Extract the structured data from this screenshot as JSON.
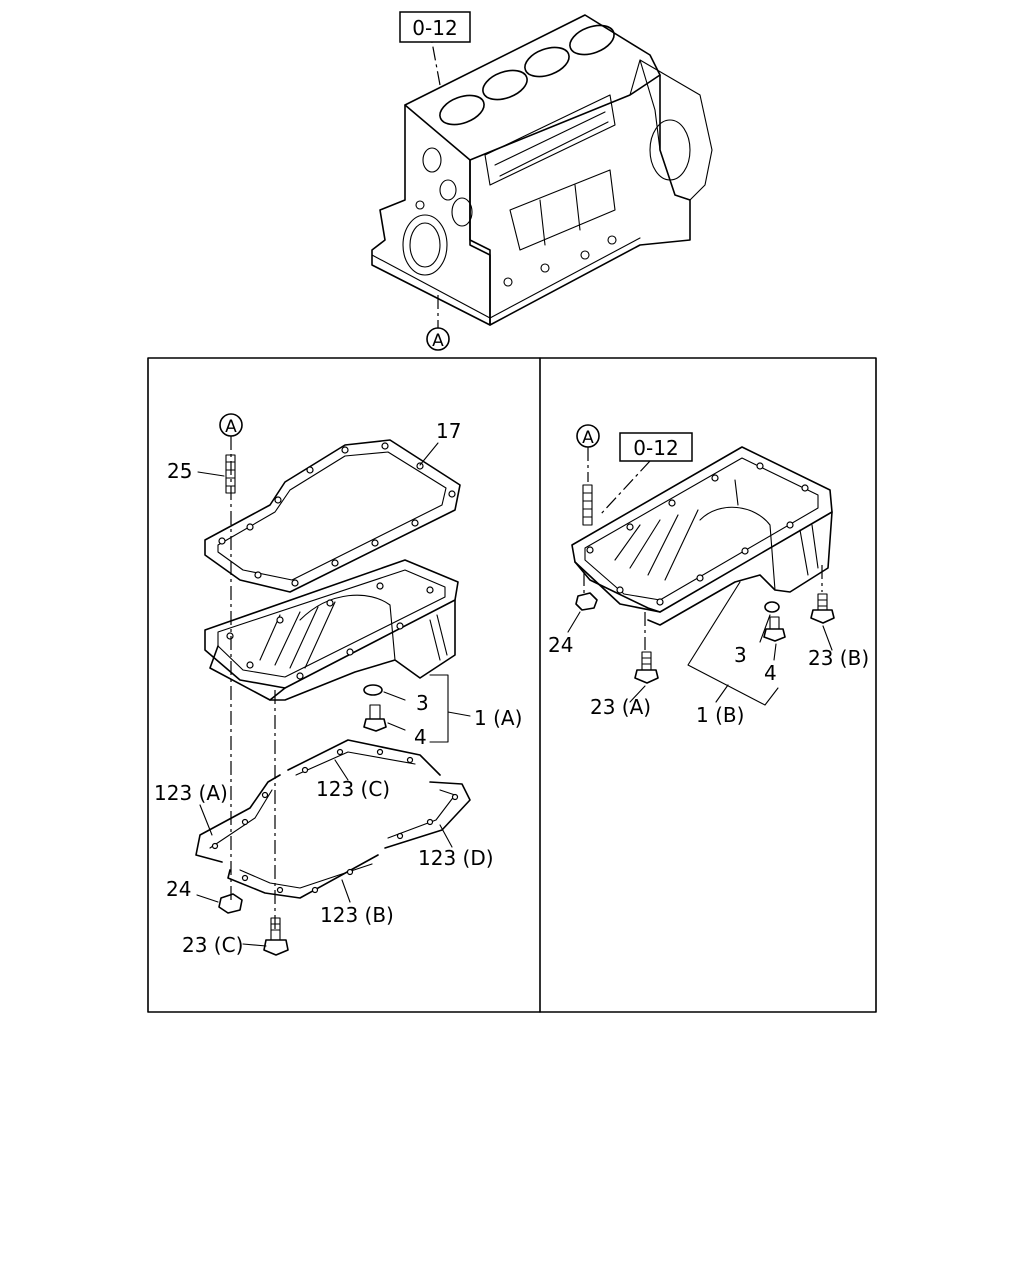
{
  "refs": {
    "top_block_ref": "0-12",
    "right_panel_ref": "0-12",
    "connector_symbol": "A"
  },
  "labels": {
    "l17": "17",
    "l25": "25",
    "l3_left": "3",
    "l4_left": "4",
    "l1A": "1 (A)",
    "l123A": "123 (A)",
    "l123C": "123 (C)",
    "l123D": "123 (D)",
    "l123B": "123 (B)",
    "l24_left": "24",
    "l23C": "23 (C)",
    "l24_right": "24",
    "l3_right": "3",
    "l4_right": "4",
    "l23A": "23 (A)",
    "l1B": "1 (B)",
    "l23B": "23 (B)"
  }
}
